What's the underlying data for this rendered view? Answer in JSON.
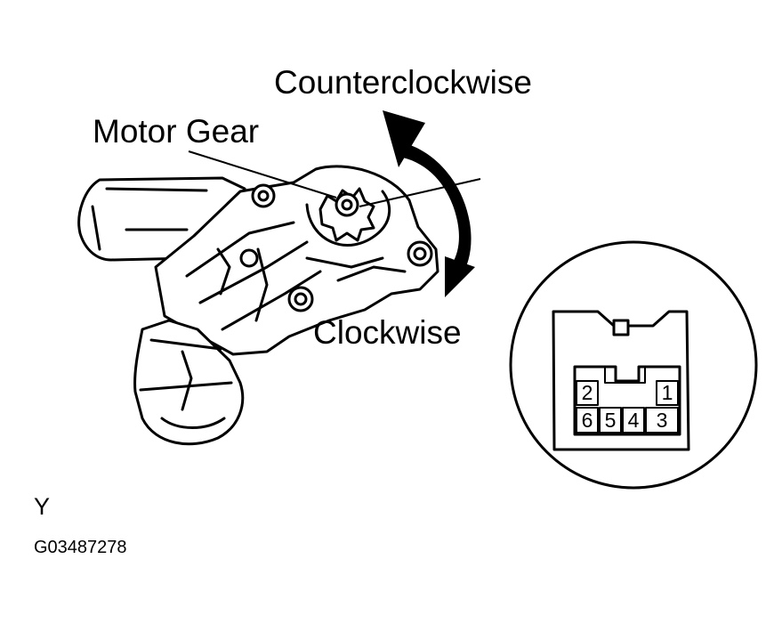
{
  "labels": {
    "counterclockwise": "Counterclockwise",
    "motor_gear": "Motor Gear",
    "clockwise": "Clockwise",
    "view": "Y",
    "figure_code": "G03487278"
  },
  "connector": {
    "pins_top": [
      "2",
      "1"
    ],
    "pins_bottom": [
      "6",
      "5",
      "4",
      "3"
    ]
  }
}
